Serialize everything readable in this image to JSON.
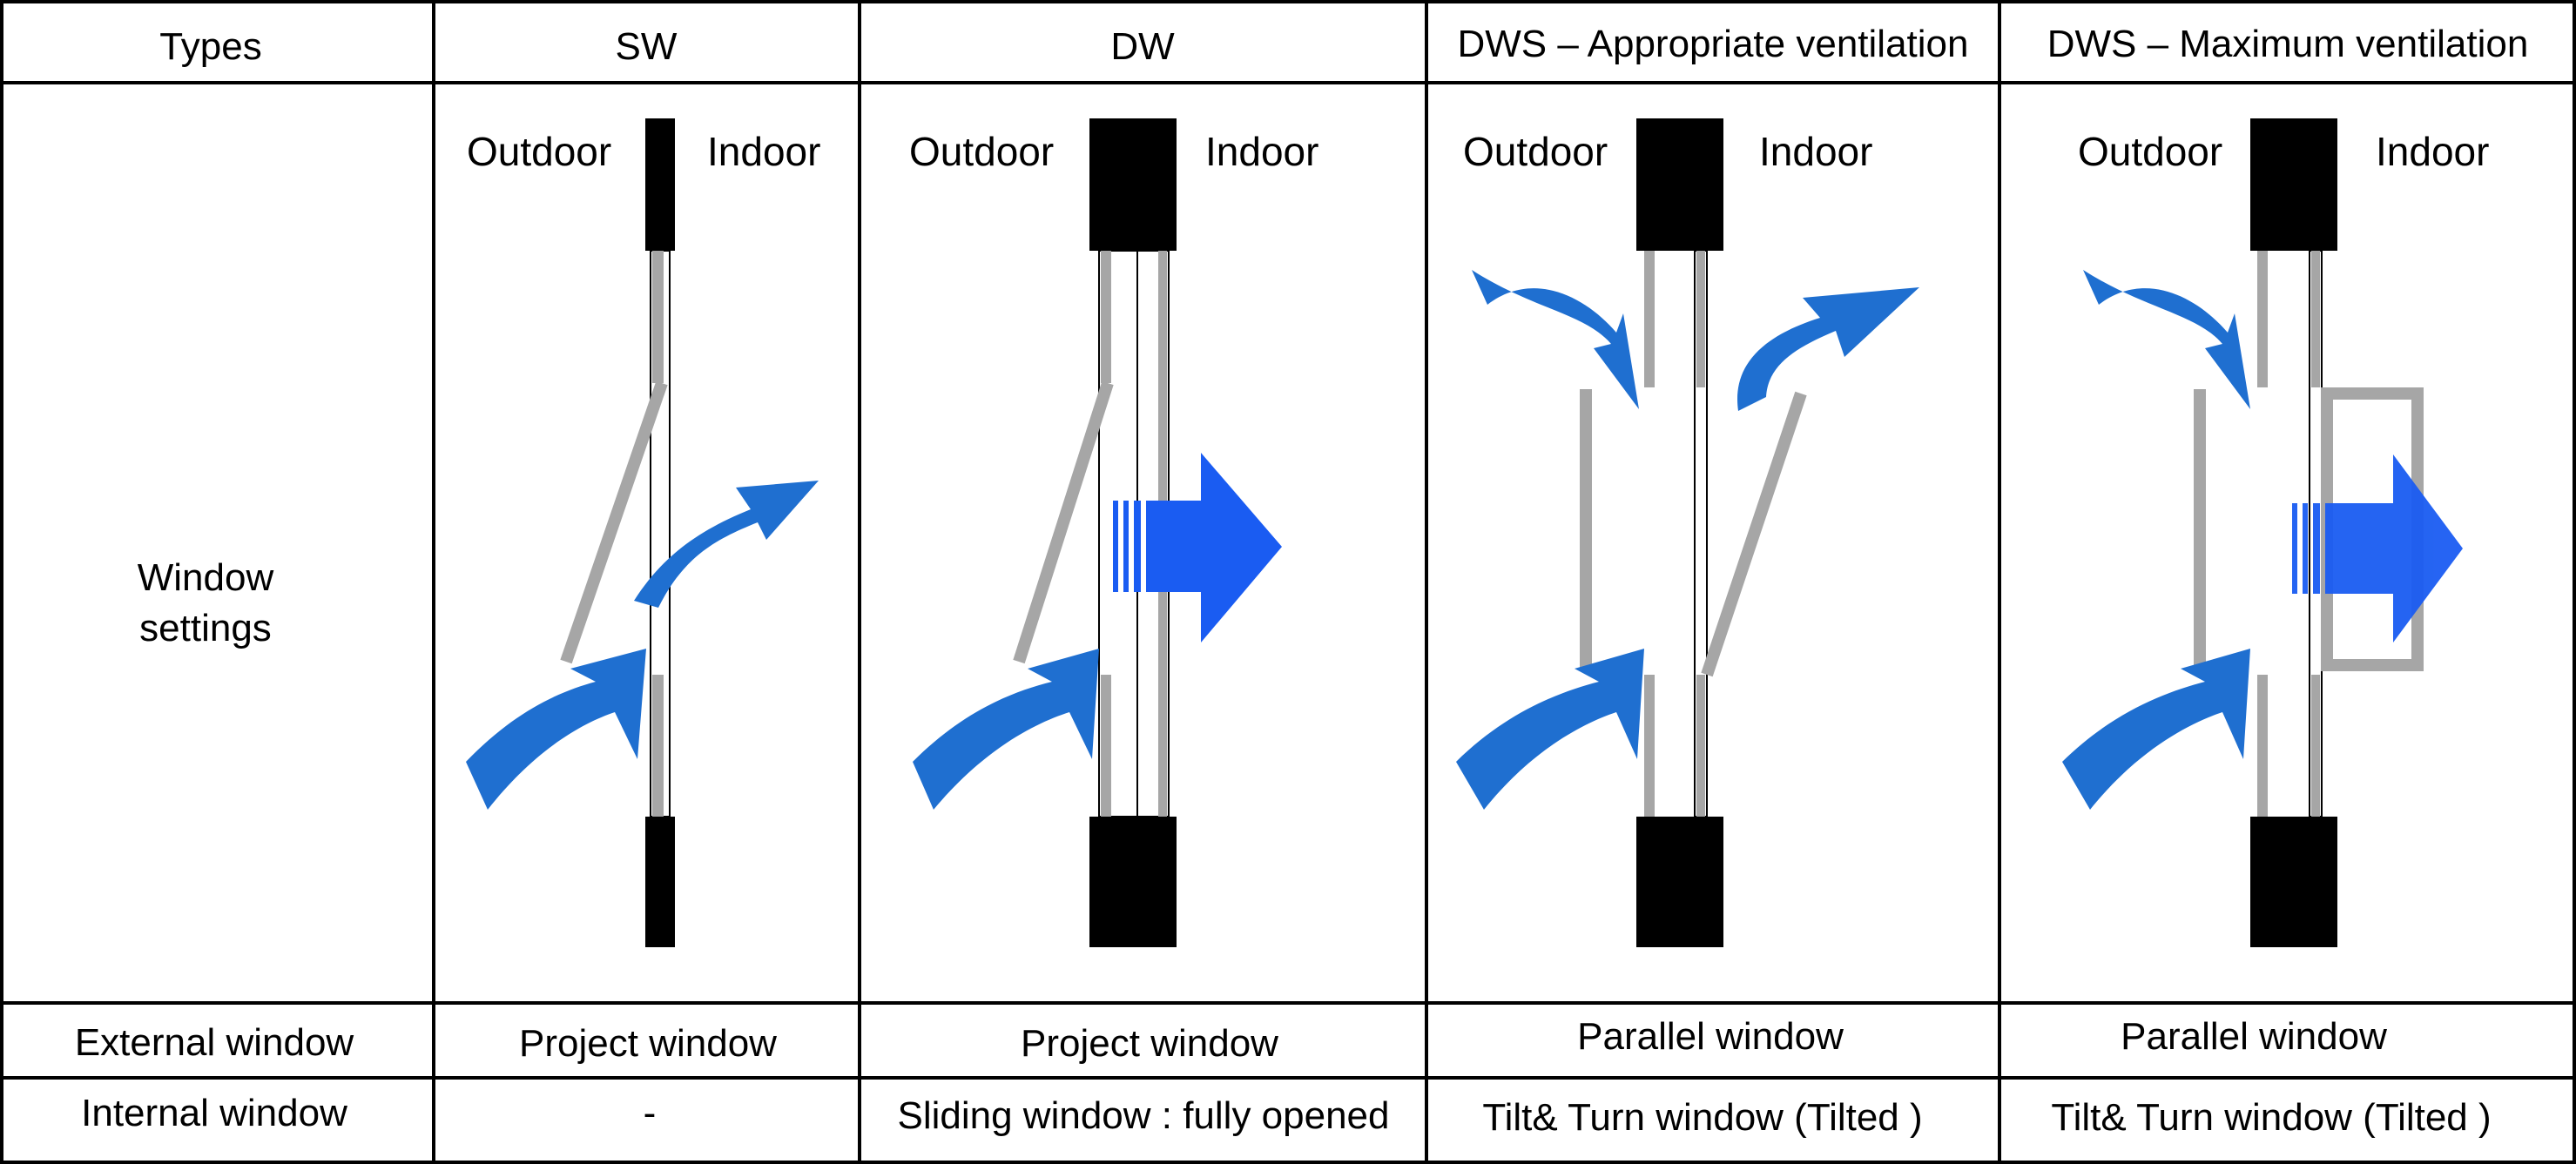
{
  "table": {
    "header": {
      "types": "Types",
      "columns": [
        "SW",
        "DW",
        "DWS – Appropriate ventilation",
        "DWS – Maximum ventilation"
      ]
    },
    "rows": {
      "settings_label_line1": "Window",
      "settings_label_line2": "settings",
      "external_label": "External window",
      "internal_label": "Internal window",
      "external": [
        "Project window",
        "Project window",
        "Parallel window",
        "Parallel window"
      ],
      "internal": [
        "-",
        "Sliding window : fully opened",
        "Tilt& Turn window (Tilted )",
        "Tilt& Turn window (Tilted )"
      ]
    },
    "diagram_labels": {
      "outdoor": "Outdoor",
      "indoor": "Indoor"
    }
  },
  "colors": {
    "frame": "#000000",
    "pane": "#a6a6a6",
    "airflow_arrow": "#1f6fd0",
    "exhaust_arrow": "#1a5cf2"
  },
  "icons": [
    "airflow-arrow-icon",
    "exhaust-arrow-icon",
    "window-frame-icon"
  ]
}
